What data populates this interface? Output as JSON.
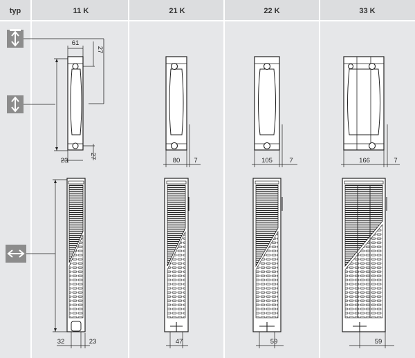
{
  "header": {
    "typ_label": "typ",
    "columns": [
      "11 K",
      "21 K",
      "22 K",
      "33 K"
    ]
  },
  "icons": {
    "top_connection": "arrow-up-down-top-icon",
    "vertical_side": "arrow-up-down-icon",
    "horizontal_side": "arrow-left-right-icon"
  },
  "dimensions": {
    "k11_top_width": "61",
    "k11_top_offset": "27",
    "k11_bottom_offset": "27",
    "k11_left": "23",
    "k21_depth": "80",
    "k21_gap": "7",
    "k22_depth": "105",
    "k22_gap": "7",
    "k33_depth": "166",
    "k33_gap": "7",
    "k11_front_left": "32",
    "k11_front_right": "23",
    "k21_front": "47",
    "k22_front": "59",
    "k33_front": "59"
  },
  "colors": {
    "header_bg": "#dcdddf",
    "panel_bg": "#e6e7e9",
    "line": "#222222",
    "icon_bg": "#8c8c8c"
  }
}
